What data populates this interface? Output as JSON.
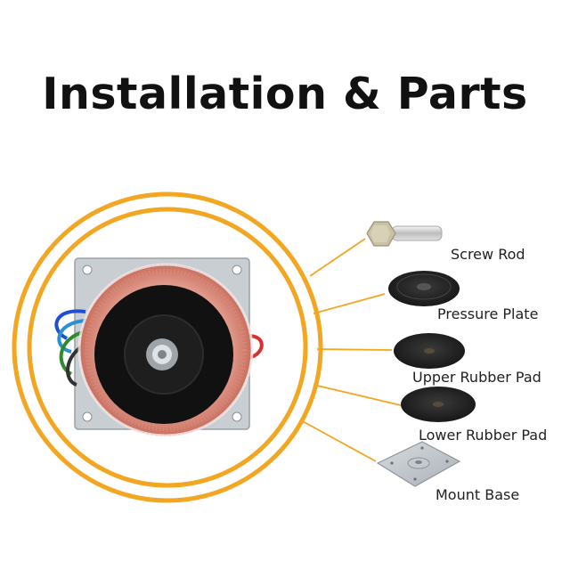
{
  "header": {
    "title": "Installation & Parts"
  },
  "accent_color": "#f2a621",
  "parts": [
    {
      "label": "Screw Rod",
      "icon": "screw-rod-icon"
    },
    {
      "label": "Pressure Plate",
      "icon": "pressure-plate-icon"
    },
    {
      "label": "Upper Rubber Pad",
      "icon": "upper-rubber-pad-icon"
    },
    {
      "label": "Lower Rubber Pad",
      "icon": "lower-rubber-pad-icon"
    },
    {
      "label": "Mount Base",
      "icon": "mount-base-icon"
    }
  ],
  "product": {
    "icon": "toroidal-transformer-image"
  }
}
